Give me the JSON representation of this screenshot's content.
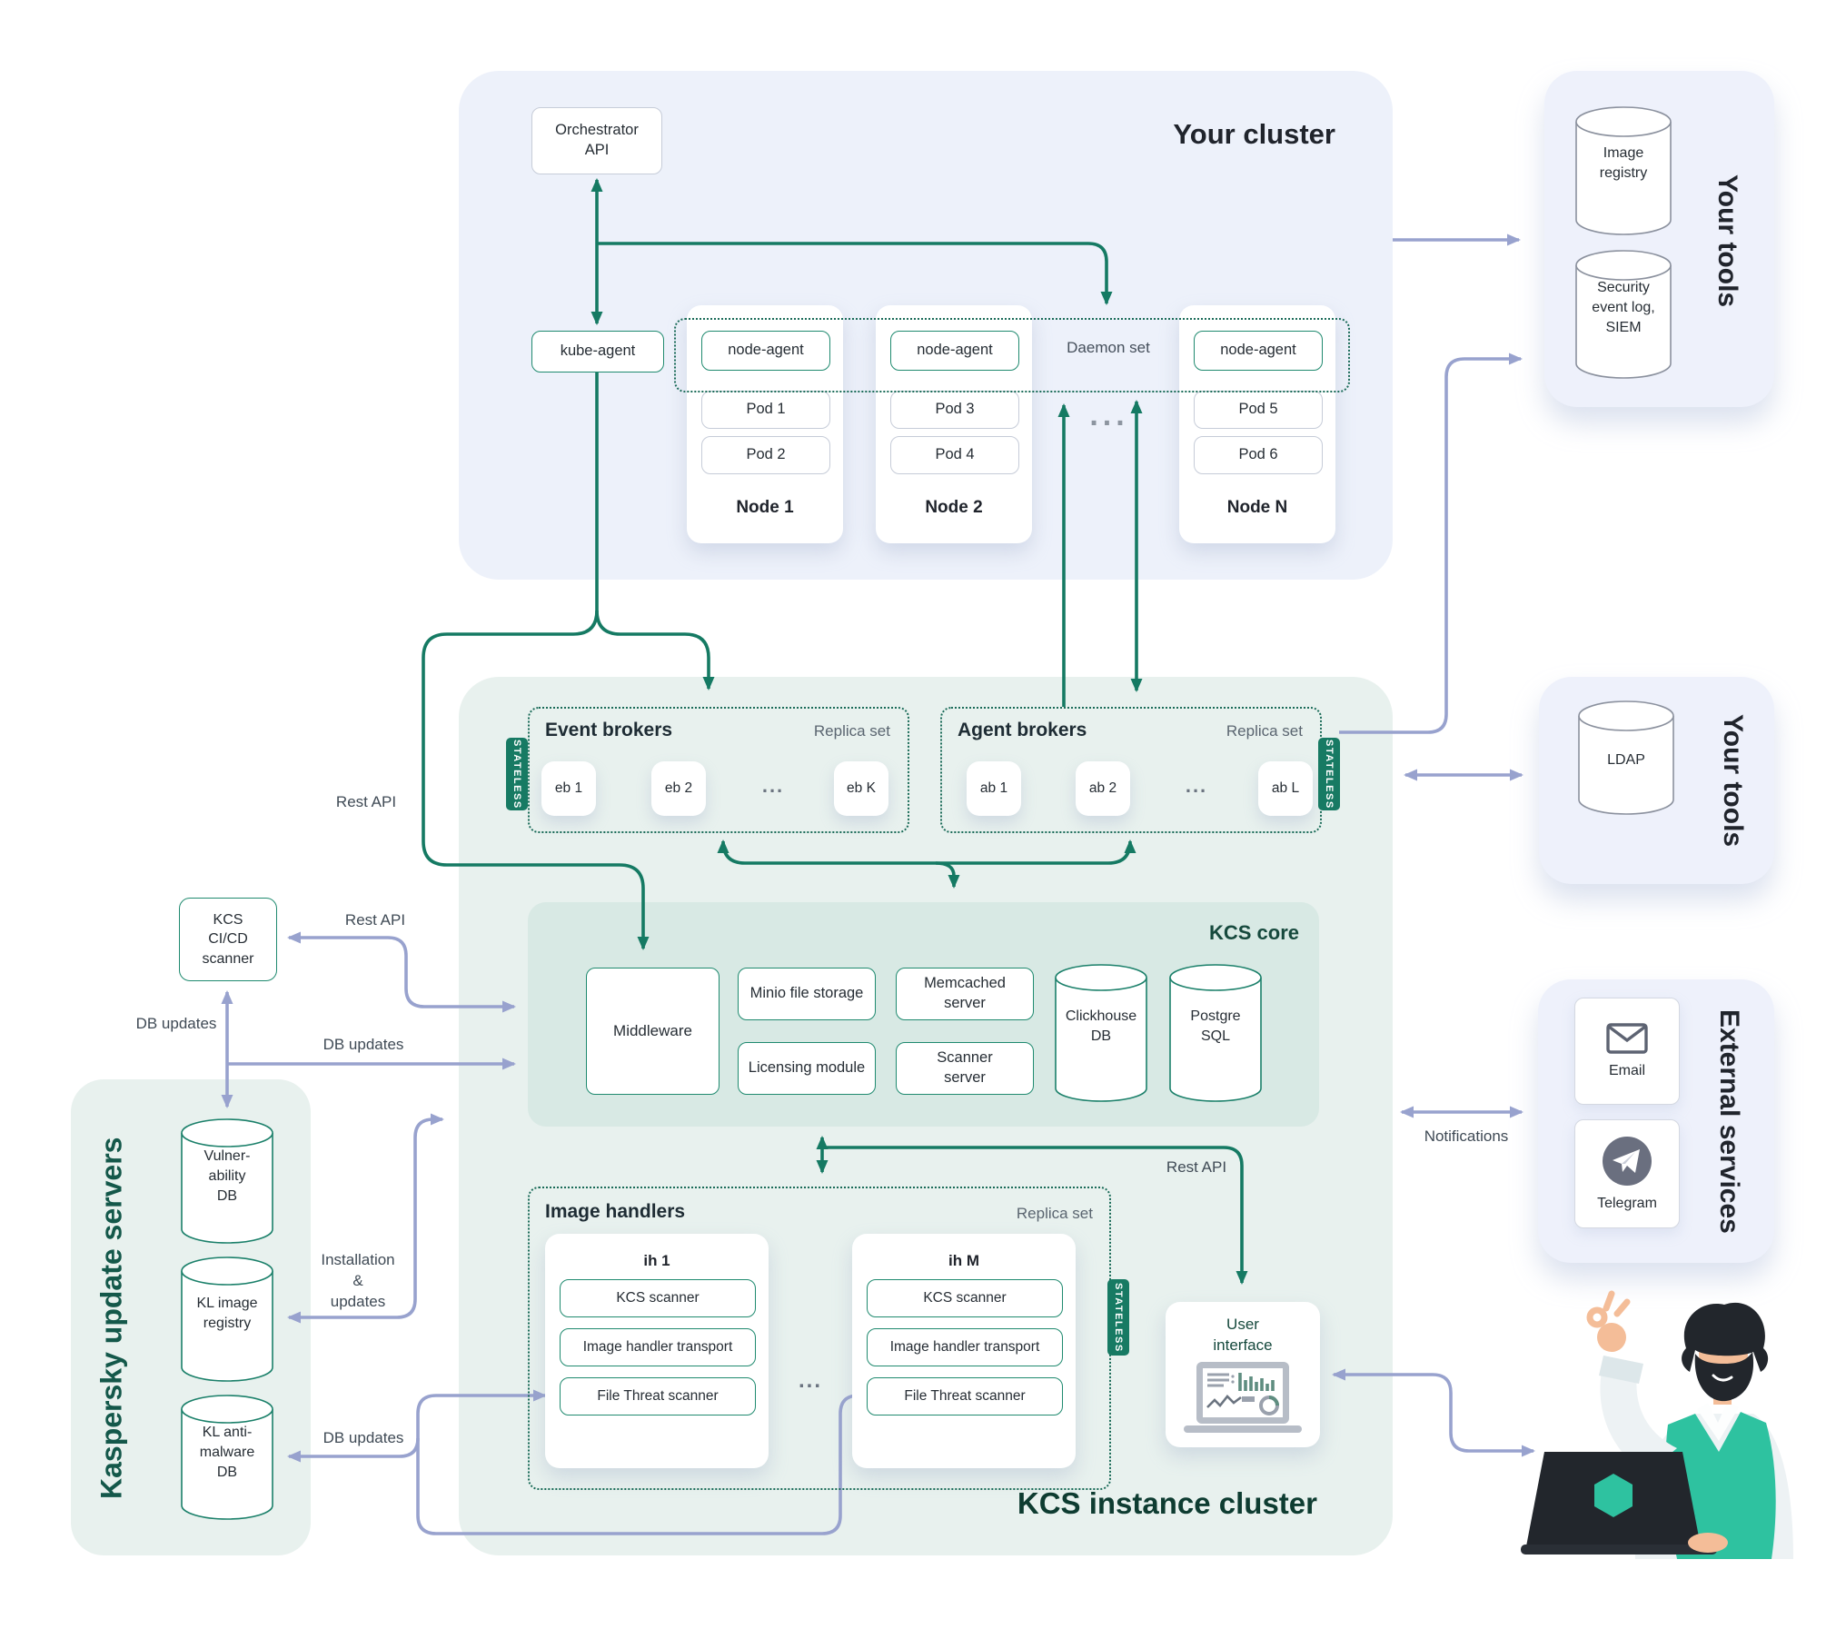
{
  "colors": {
    "teal_arrow": "#157A63",
    "purple_arrow": "#98A2CE",
    "panel_blue": "#EDF1FA",
    "panel_mint": "#E8F1EE",
    "core_bg": "#D8E9E4",
    "stateless_tag": "#177A63",
    "teal_border": "#1F8A6F",
    "gray_border": "#C6CCD8",
    "dark_title": "#20242C",
    "teal_title": "#0E3C31"
  },
  "your_cluster": {
    "title": "Your cluster",
    "orchestrator": "Orchestrator\nAPI",
    "kube_agent": "kube-agent",
    "daemon_set": "Daemon set",
    "dots": "...",
    "nodes": [
      {
        "name": "Node 1",
        "agent": "node-agent",
        "pods": [
          "Pod 1",
          "Pod 2"
        ]
      },
      {
        "name": "Node 2",
        "agent": "node-agent",
        "pods": [
          "Pod 3",
          "Pod 4"
        ]
      },
      {
        "name": "Node N",
        "agent": "node-agent",
        "pods": [
          "Pod 5",
          "Pod 6"
        ]
      }
    ]
  },
  "your_tools_top": {
    "title": "Your tools",
    "image_registry": "Image\nregistry",
    "siem": "Security\nevent log,\nSIEM"
  },
  "your_tools_mid": {
    "title": "Your tools",
    "ldap": "LDAP"
  },
  "external_services": {
    "title": "External services",
    "email": "Email",
    "telegram": "Telegram"
  },
  "kaspersky": {
    "title": "Kaspersky update servers",
    "vulnerability_db": "Vulner-\nability\nDB",
    "kl_image_registry": "KL image\nregistry",
    "kl_anti_malware_db": "KL anti-\nmalware\nDB"
  },
  "cicd_scanner": "KCS\nCI/CD\nscanner",
  "kcs": {
    "title": "KCS instance cluster",
    "stateless": "STATELESS",
    "replica_set": "Replica set",
    "event_brokers": {
      "title": "Event brokers",
      "items": [
        "eb 1",
        "eb 2",
        "...",
        "eb K"
      ]
    },
    "agent_brokers": {
      "title": "Agent brokers",
      "items": [
        "ab 1",
        "ab 2",
        "...",
        "ab L"
      ]
    },
    "core": {
      "title": "KCS core",
      "middleware": "Middleware",
      "minio": "Minio file storage",
      "licensing": "Licensing module",
      "memcached": "Memcached\nserver",
      "scanner": "Scanner\nserver",
      "clickhouse": "Clickhouse\nDB",
      "postgres": "Postgre\nSQL"
    },
    "image_handlers": {
      "title": "Image handlers",
      "dots": "...",
      "handlers": [
        {
          "name": "ih 1",
          "components": [
            "KCS scanner",
            "Image handler transport",
            "File Threat scanner"
          ]
        },
        {
          "name": "ih M",
          "components": [
            "KCS scanner",
            "Image handler transport",
            "File Threat scanner"
          ]
        }
      ]
    },
    "user_interface": "User\ninterface"
  },
  "labels": {
    "rest_api": "Rest API",
    "db_updates": "DB updates",
    "installation": "Installation\n&\nupdates",
    "notifications": "Notifications"
  }
}
